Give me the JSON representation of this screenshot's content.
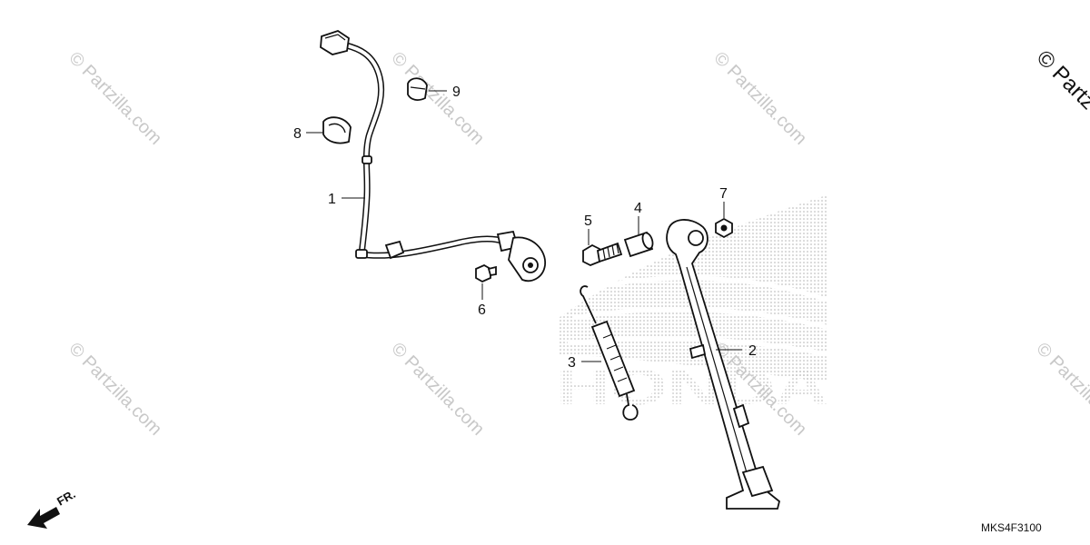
{
  "callouts": [
    {
      "id": "1",
      "label": "1"
    },
    {
      "id": "2",
      "label": "2"
    },
    {
      "id": "3",
      "label": "3"
    },
    {
      "id": "4",
      "label": "4"
    },
    {
      "id": "5",
      "label": "5"
    },
    {
      "id": "6",
      "label": "6"
    },
    {
      "id": "7",
      "label": "7"
    },
    {
      "id": "8",
      "label": "8"
    },
    {
      "id": "9",
      "label": "9"
    }
  ],
  "watermark_text": "© Partzilla.com",
  "watermark_corner_text": "© Partz",
  "diagram_code": "MKS4F3100",
  "direction_label": "FR.",
  "brand_watermark": "HONDA",
  "colors": {
    "line": "#111111",
    "watermark": "#c8c8c8",
    "background": "#ffffff"
  }
}
